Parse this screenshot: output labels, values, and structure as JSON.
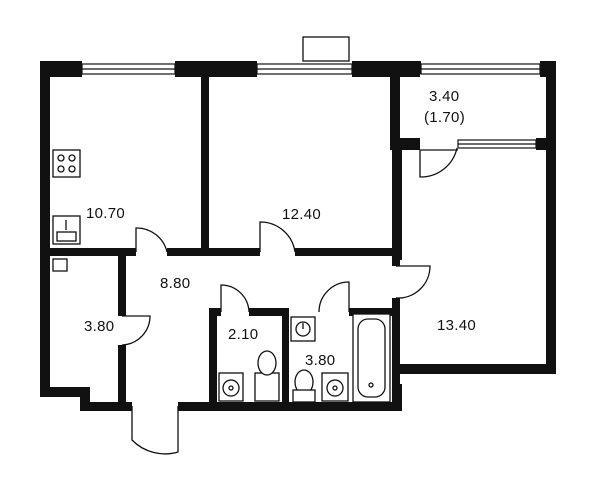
{
  "plan": {
    "rooms": [
      {
        "id": "kitchen",
        "area": "10.70"
      },
      {
        "id": "room-1",
        "area": "12.40"
      },
      {
        "id": "balcony",
        "area": "3.40",
        "area_secondary": "(1.70)"
      },
      {
        "id": "room-2",
        "area": "13.40"
      },
      {
        "id": "hall",
        "area": "8.80"
      },
      {
        "id": "storage",
        "area": "3.80"
      },
      {
        "id": "wc",
        "area": "2.10"
      },
      {
        "id": "bathroom",
        "area": "3.80"
      }
    ],
    "colors": {
      "walls": "#111111",
      "background": "#ffffff"
    }
  }
}
